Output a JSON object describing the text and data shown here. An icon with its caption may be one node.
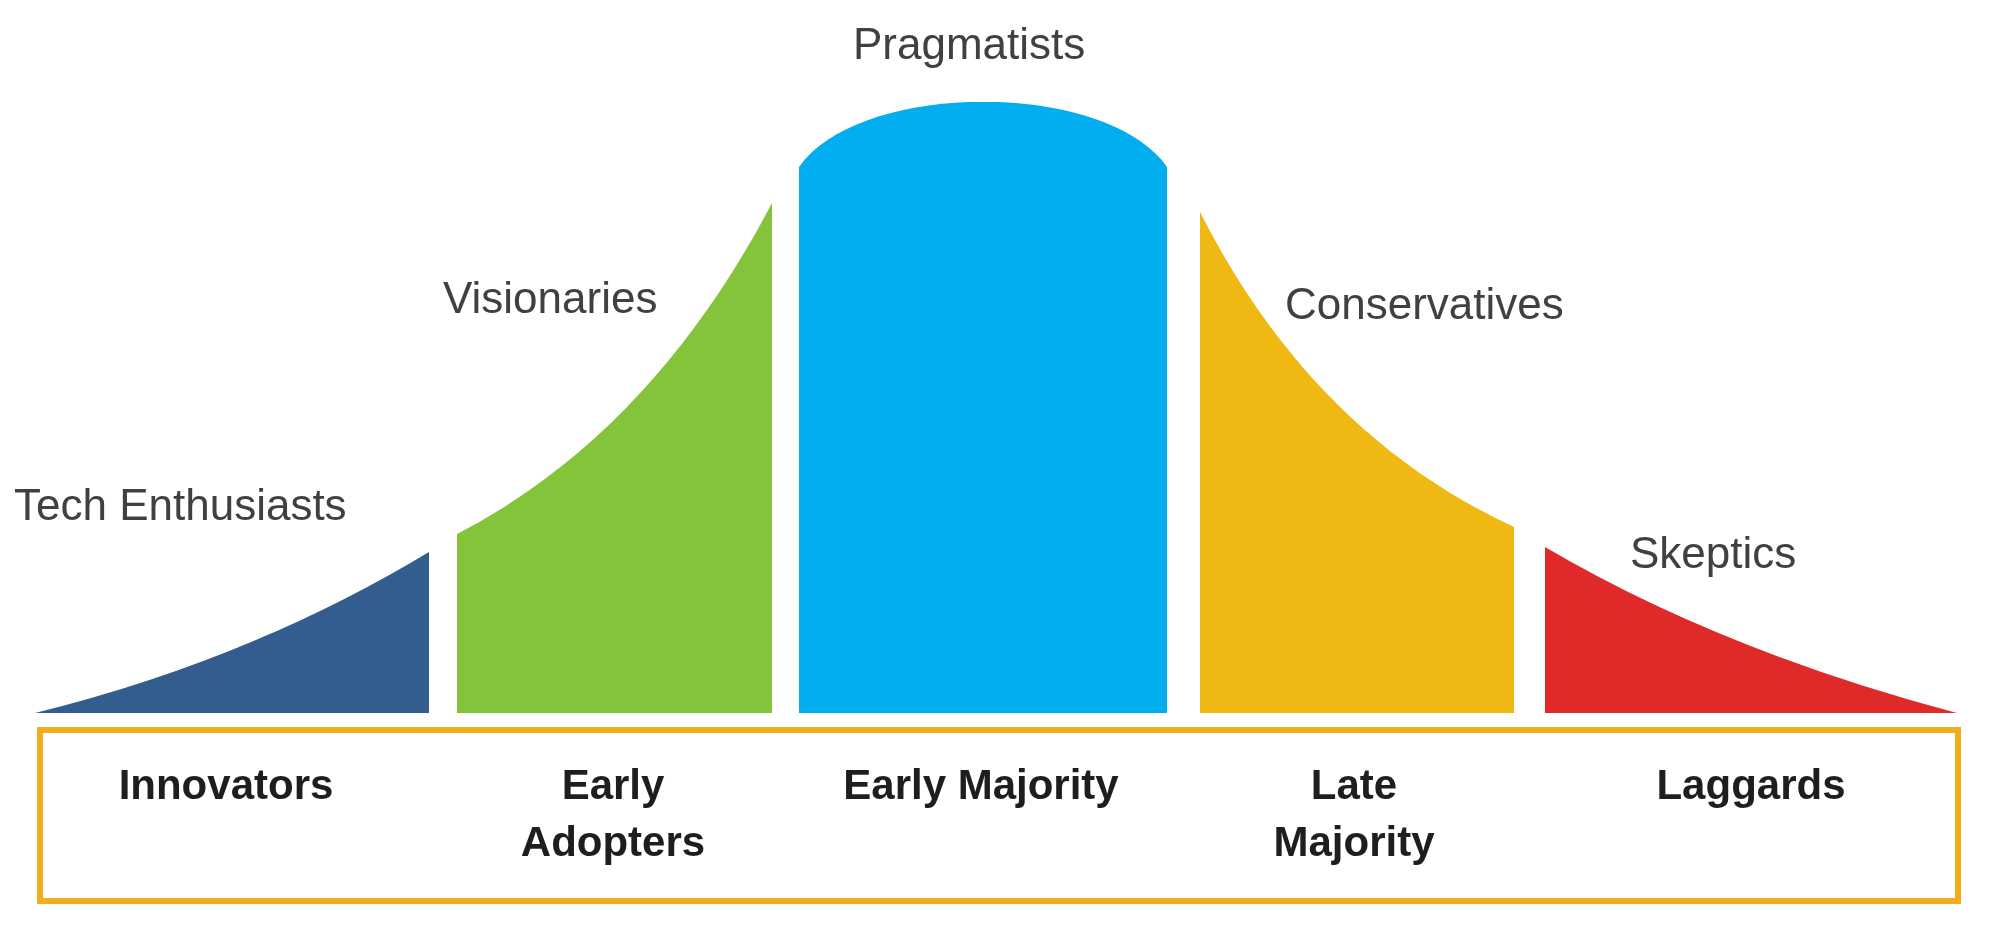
{
  "diagram": {
    "nodes": [
      {
        "text": [
          "Tech Enthusiasts"
        ]
      },
      {
        "text": [
          "Visionaries"
        ]
      },
      {
        "text": [
          "Pragmatists"
        ]
      },
      {
        "text": [
          "Conservatives"
        ]
      },
      {
        "text": [
          "Skeptics"
        ]
      },
      {
        "text": [
          "Innovators",
          "Early Adopters",
          "Early Majority",
          "Late Majority",
          "Laggards"
        ]
      }
    ]
  }
}
